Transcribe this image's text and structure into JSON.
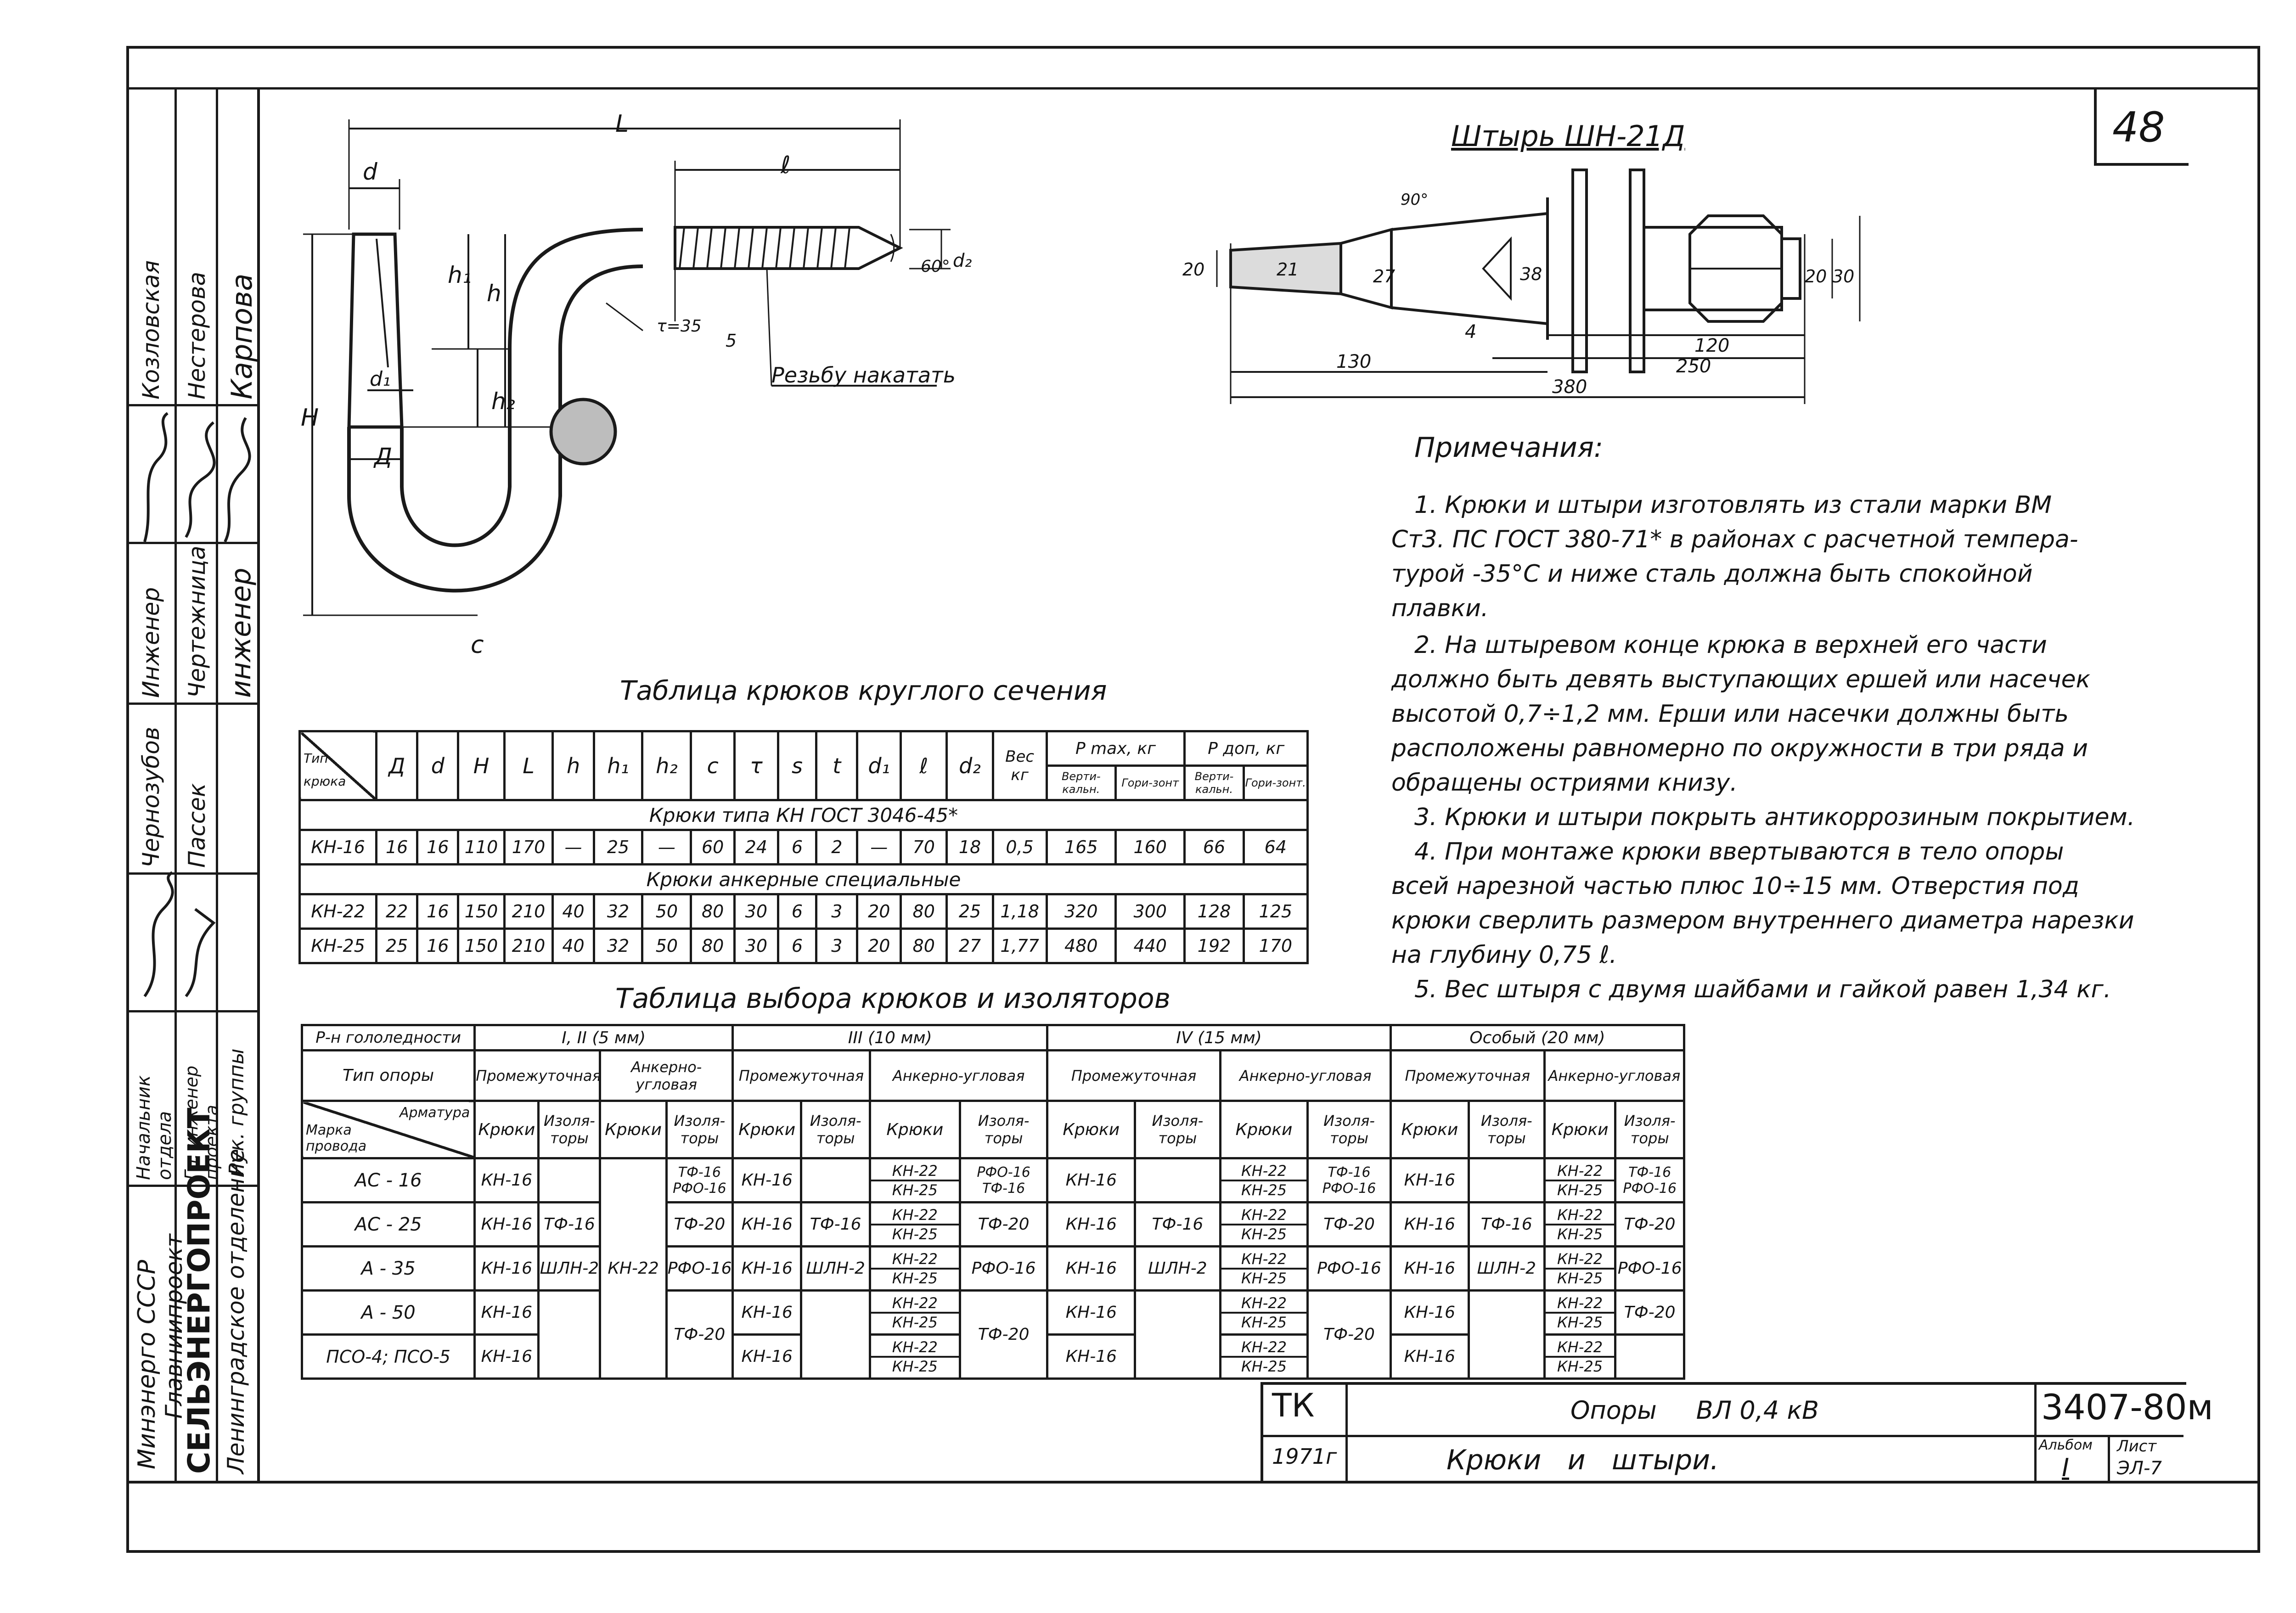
{
  "sheet_number": "48",
  "pin_title": "Штырь  ШН-21Д",
  "hook_dims": {
    "L": "L",
    "l": "ℓ",
    "d": "d",
    "h1": "h₁",
    "h": "h",
    "H": "H",
    "d1": "d₁",
    "D": "Д",
    "h2": "h₂",
    "c": "c",
    "angle": "60°",
    "d2": "d₂",
    "r": "τ=35",
    "five": "5",
    "thread": "Резьбу накатать"
  },
  "pin_dims": {
    "angle": "90°",
    "d20": "20",
    "d21": "21",
    "d27": "27",
    "d38": "38",
    "d20b": "20",
    "d30": "30",
    "d4": "4",
    "len120": "120",
    "len130": "130",
    "len250": "250",
    "len380": "380"
  },
  "notes": {
    "heading": "Примечания:",
    "lines": [
      "1.  Крюки и штыри  изготовлять  из  стали марки ВМ",
      "Ст3. ПС ГОСТ 380-71* в районах с расчетной темпера-",
      "турой -35°С и ниже  сталь должна быть спокойной",
      "плавки.",
      "2.  На  штыревом  конце  крюка  в верхней  его  части",
      "должно  быть  девять  выступающих  ершей  или  насечек",
      "высотой  0,7÷1,2 мм.  Ерши  или  насечки  должны  быть",
      "расположены  равномерно  по окружности  в три ряда  и",
      "обращены  остриями  книзу.",
      "3.  Крюки  и  штыри покрыть  антикоррозиным покрытием.",
      "4.  При  монтаже  крюки  ввертываются  в тело  опоры",
      "всей  нарезной  частью  плюс  10÷15 мм.  Отверстия  под",
      "крюки  сверлить  размером  внутреннего  диаметра  нарезки",
      "на глубину  0,75 ℓ.",
      "5.  Вес  штыря  с двумя  шайбами  и гайкой  равен  1,34 кг."
    ]
  },
  "table1": {
    "title": "Таблица  крюков   круглого   сечения",
    "corner_top": "Тип",
    "corner_bottom": "крюка",
    "headers": [
      "Д",
      "d",
      "H",
      "L",
      "h",
      "h₁",
      "h₂",
      "c",
      "τ",
      "s",
      "t",
      "d₁",
      "ℓ",
      "d₂"
    ],
    "weight_header": [
      "Вес",
      "кг"
    ],
    "pmax_header": "P max, кг",
    "pdop_header": "P доп, кг",
    "sub_headers": [
      "Верти-кальн.",
      "Гори-зонт",
      "Верти-кальн.",
      "Гори-зонт."
    ],
    "section1": "Крюки   типа   КН   ГОСТ  3046-45*",
    "section2": "Крюки   анкерные   специальные",
    "rows": [
      [
        "КН-16",
        "16",
        "16",
        "110",
        "170",
        "—",
        "25",
        "—",
        "60",
        "24",
        "6",
        "2",
        "—",
        "70",
        "18",
        "0,5",
        "165",
        "160",
        "66",
        "64"
      ],
      [
        "КН-22",
        "22",
        "16",
        "150",
        "210",
        "40",
        "32",
        "50",
        "80",
        "30",
        "6",
        "3",
        "20",
        "80",
        "25",
        "1,18",
        "320",
        "300",
        "128",
        "125"
      ],
      [
        "КН-25",
        "25",
        "16",
        "150",
        "210",
        "40",
        "32",
        "50",
        "80",
        "30",
        "6",
        "3",
        "20",
        "80",
        "27",
        "1,77",
        "480",
        "440",
        "192",
        "170"
      ]
    ]
  },
  "table2": {
    "title": "Таблица  выбора  крюков  и  изоляторов",
    "region_label": "Р-н гололедности",
    "regions": [
      "I, II  (5 мм)",
      "III  (10 мм)",
      "IV  (15 мм)",
      "Особый   (20 мм)"
    ],
    "support_label": "Тип  опоры",
    "support_types": [
      "Промежуточная",
      "Анкерно-угловая"
    ],
    "corner_top": "Арматура",
    "corner_bottom": "Марка провода",
    "col_hooks": "Крюки",
    "col_ins": "Изоля-торы",
    "wires": [
      "АС - 16",
      "АС - 25",
      "А - 35",
      "А - 50",
      "ПСО-4; ПСО-5"
    ],
    "region1": {
      "prom_hooks": [
        "КН-16",
        "КН-16",
        "КН-16",
        "КН-16",
        "КН-16"
      ],
      "prom_ins_ac25": "ТФ-16",
      "prom_ins_a35": "ШЛН-2",
      "ank_hooks": "КН-22",
      "ank_ins": [
        "ТФ-16",
        "РФО-16",
        "ТФ-20",
        "РФО-16",
        "ТФ-20"
      ]
    },
    "region3": {
      "prom_hooks": [
        "КН-16",
        "КН-16",
        "КН-16",
        "КН-16",
        "КН-16"
      ],
      "prom_ins_ac25": "ТФ-16",
      "prom_ins_a35": "ШЛН-2",
      "ank_hooks": [
        "КН-22",
        "КН-25"
      ],
      "ank_ins": [
        "РФО-16",
        "ТФ-16",
        "ТФ-20",
        "РФО-16",
        "ТФ-20"
      ]
    },
    "region4": {
      "prom_hooks": [
        "КН-16",
        "КН-16",
        "КН-16",
        "КН-16",
        "КН-16"
      ],
      "prom_ins_ac25": "ТФ-16",
      "prom_ins_a35": "ШЛН-2",
      "ank_hooks": [
        "КН-22",
        "КН-25"
      ],
      "ank_ins": [
        "ТФ-16",
        "РФО-16",
        "ТФ-20",
        "РФО-16",
        "ТФ-20"
      ]
    },
    "region5": {
      "prom_hooks": [
        "КН-16",
        "КН-16",
        "КН-16",
        "КН-16",
        "КН-16"
      ],
      "prom_ins_ac25": "ТФ-16",
      "prom_ins_a35": "ШЛН-2",
      "ank_hooks": [
        "КН-22",
        "КН-25"
      ],
      "ank_ins": [
        "ТФ-16",
        "РФО-16",
        "ТФ-20",
        "РФО-16",
        "ТФ-20"
      ]
    }
  },
  "title_block": {
    "tk": "ТК",
    "year": "1971г",
    "subject": "Опоры     ВЛ 0,4 кВ",
    "drawing_name": "Крюки   и   штыри.",
    "doc_number": "3407-80м",
    "album_label": "Альбом",
    "album_value": "I",
    "sheet_label": "Лист",
    "sheet_value": "ЭЛ-7"
  },
  "side_stamp": {
    "org1": "Минэнерго  СССР",
    "org2": "Главниипроект",
    "org3": "СЕЛЬЭНЕРГОПРОЕКТ",
    "org4": "Ленинградское  отделение",
    "roles": [
      "Начальник отдела",
      "Гл. инженер проекта",
      "Рук. группы"
    ],
    "names": [
      "Козловская",
      "Нестерова",
      "Карпова",
      "Чернозубов",
      "Пассек",
      "Инженер",
      "Чертежница",
      "инженер"
    ]
  }
}
